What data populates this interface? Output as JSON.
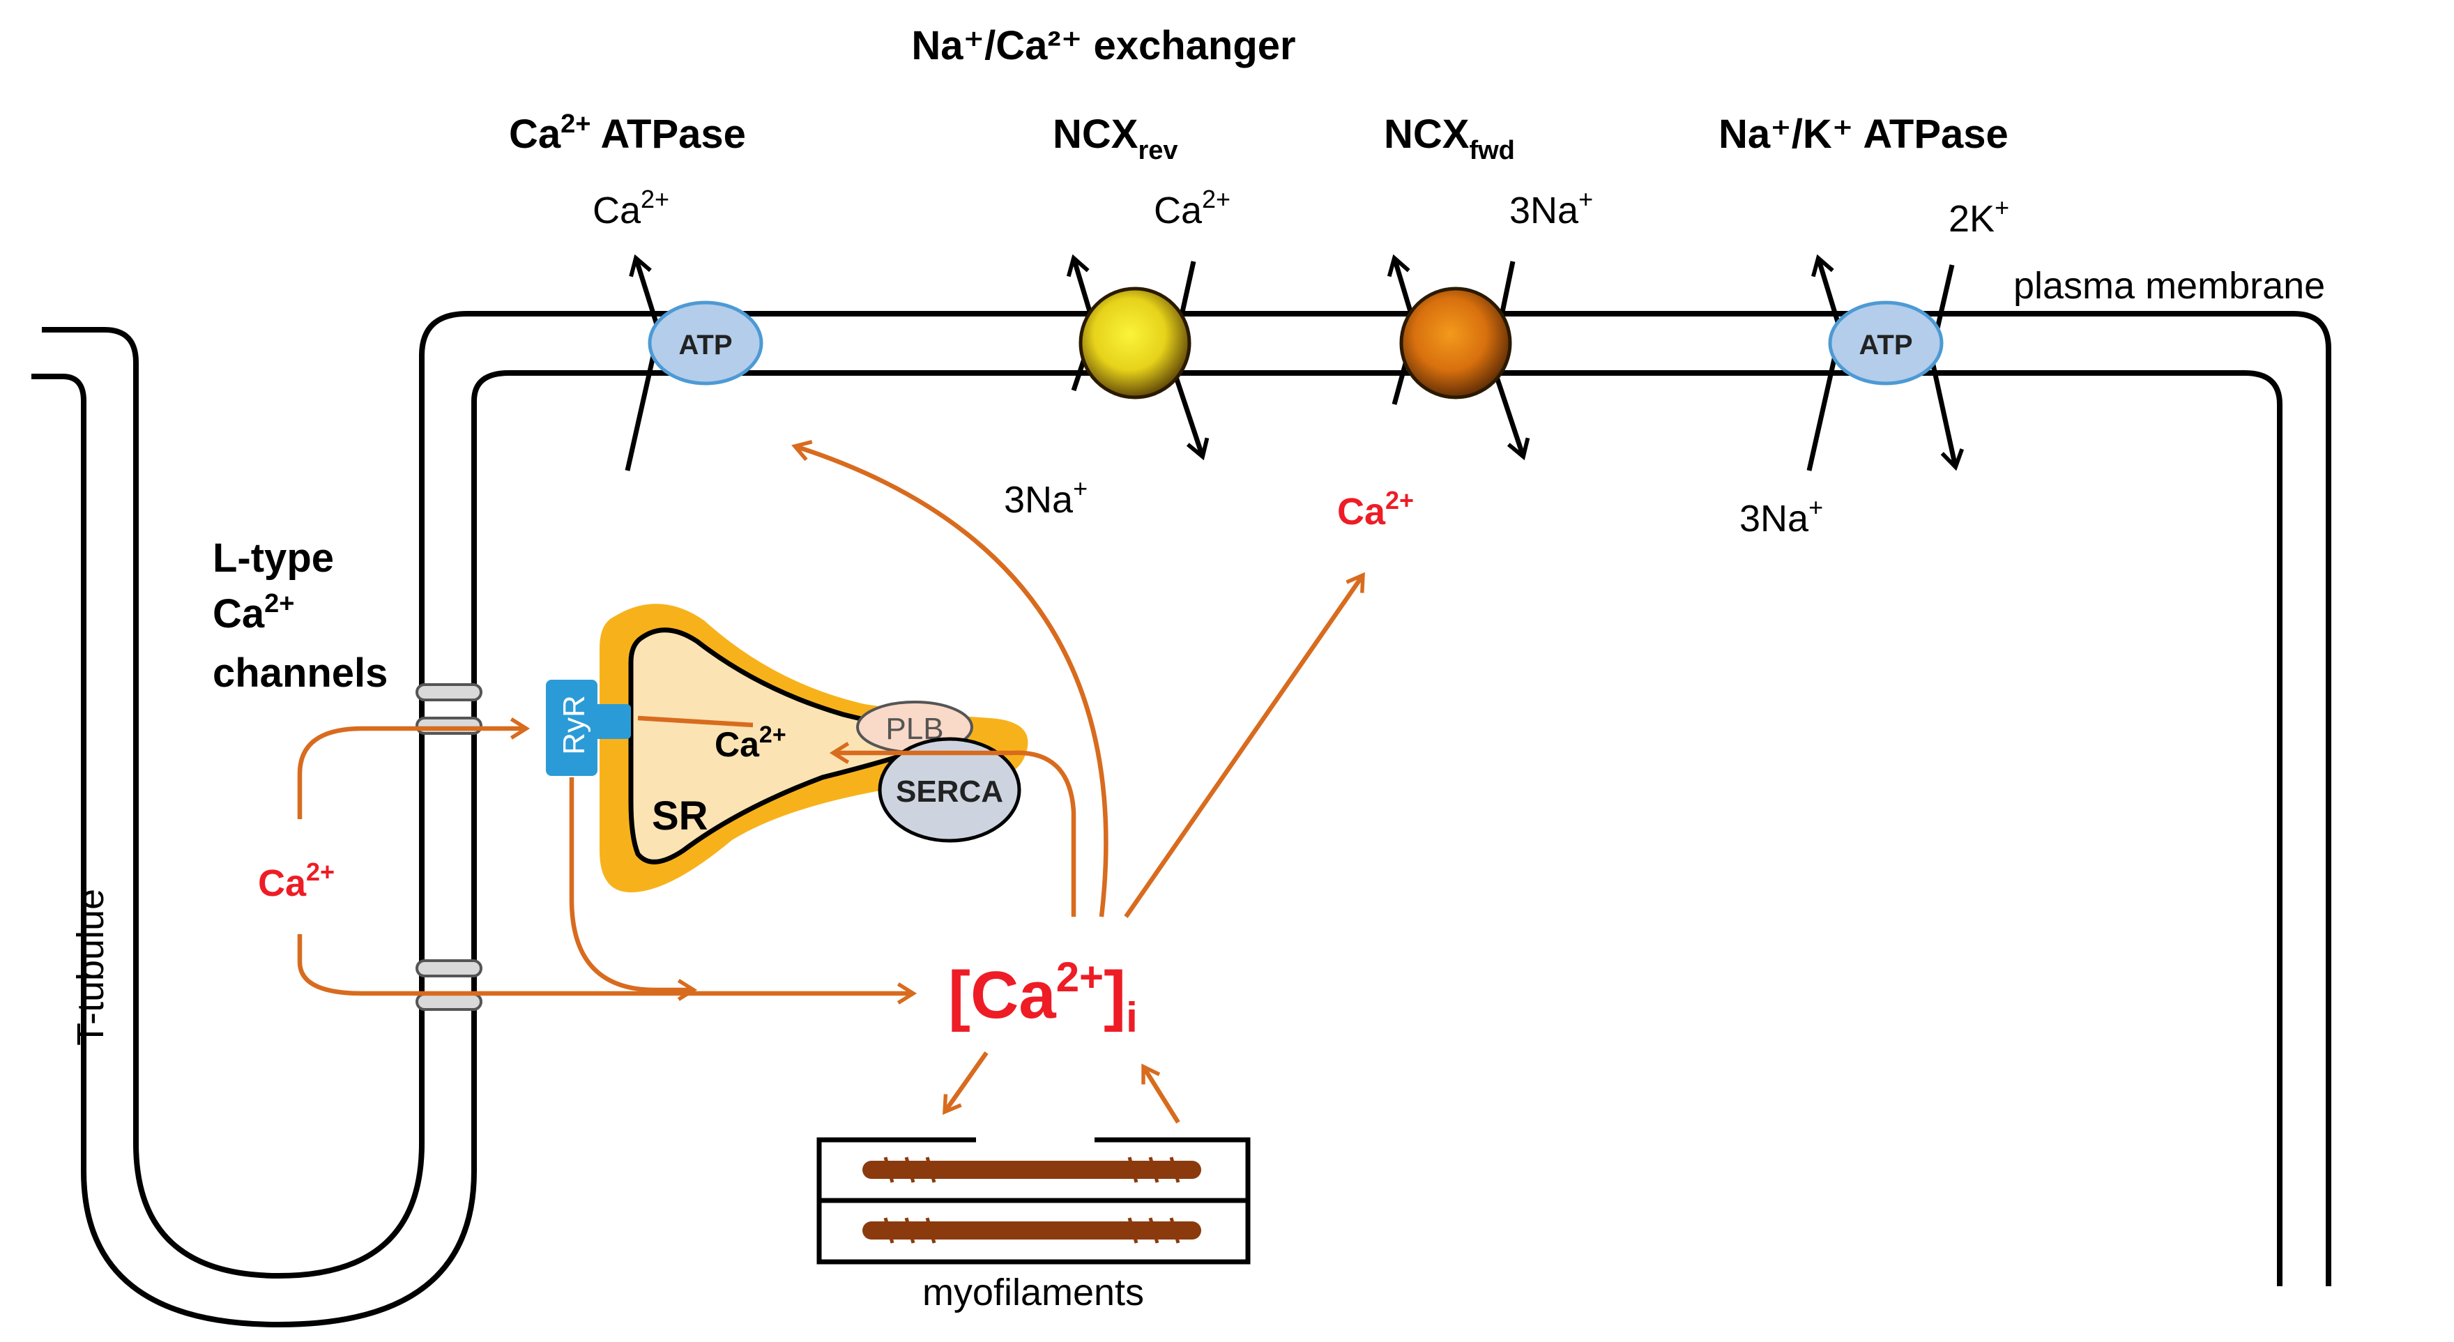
{
  "header": {
    "exchanger_title": "Na⁺/Ca²⁺ exchanger"
  },
  "transporters": {
    "ca_atpase": {
      "title_main": "Ca",
      "title_sup": "2+",
      "title_tail": " ATPase",
      "out_ion_main": "Ca",
      "out_ion_sup": "2+",
      "badge": "ATP"
    },
    "ncx_rev": {
      "title_main": "NCX",
      "title_sub": "rev",
      "out_ion_main": "Ca",
      "out_ion_sup": "2+",
      "in_ion_main": "3Na",
      "in_ion_sup": "+"
    },
    "ncx_fwd": {
      "title_main": "NCX",
      "title_sub": "fwd",
      "out_ion_main": "3Na",
      "out_ion_sup": "+",
      "in_ion_main": "Ca",
      "in_ion_sup": "2+"
    },
    "na_k_atpase": {
      "title": "Na⁺/K⁺ ATPase",
      "out_ion_main": "2K",
      "out_ion_sup": "+",
      "in_ion_main": "3Na",
      "in_ion_sup": "+",
      "badge": "ATP"
    }
  },
  "labels": {
    "plasma_membrane": "plasma membrane",
    "t_tubule": "T-tubulue",
    "ltype_line1": "L-type",
    "ltype_line2_main": "Ca",
    "ltype_line2_sup": "2+",
    "ltype_line3": "channels",
    "extracellular_ca_main": "Ca",
    "extracellular_ca_sup": "2+",
    "intracellular_ca_open": "[Ca",
    "intracellular_ca_sup": "2+",
    "intracellular_ca_close": "]",
    "intracellular_ca_sub": "i",
    "myofilaments": "myofilaments",
    "ryr": "RyR",
    "sr": "SR",
    "sr_ca_main": "Ca",
    "sr_ca_sup": "2+",
    "plb": "PLB",
    "serca": "SERCA"
  },
  "colors": {
    "arrow_orange": "#d86b1e",
    "ion_red": "#ee1c25",
    "sr_halo": "#f7b21b",
    "sr_fill": "#fbe3b4",
    "atp_pump": "#b3cdea",
    "ryr_blue": "#2b9bd8",
    "serca_gray": "#cdd4e0",
    "plb_fill": "#f9d9c8",
    "ncx_rev_core": "#f2ea1a",
    "ncx_fwd_core": "#ee7e10",
    "myofilament": "#8b3a0e"
  }
}
